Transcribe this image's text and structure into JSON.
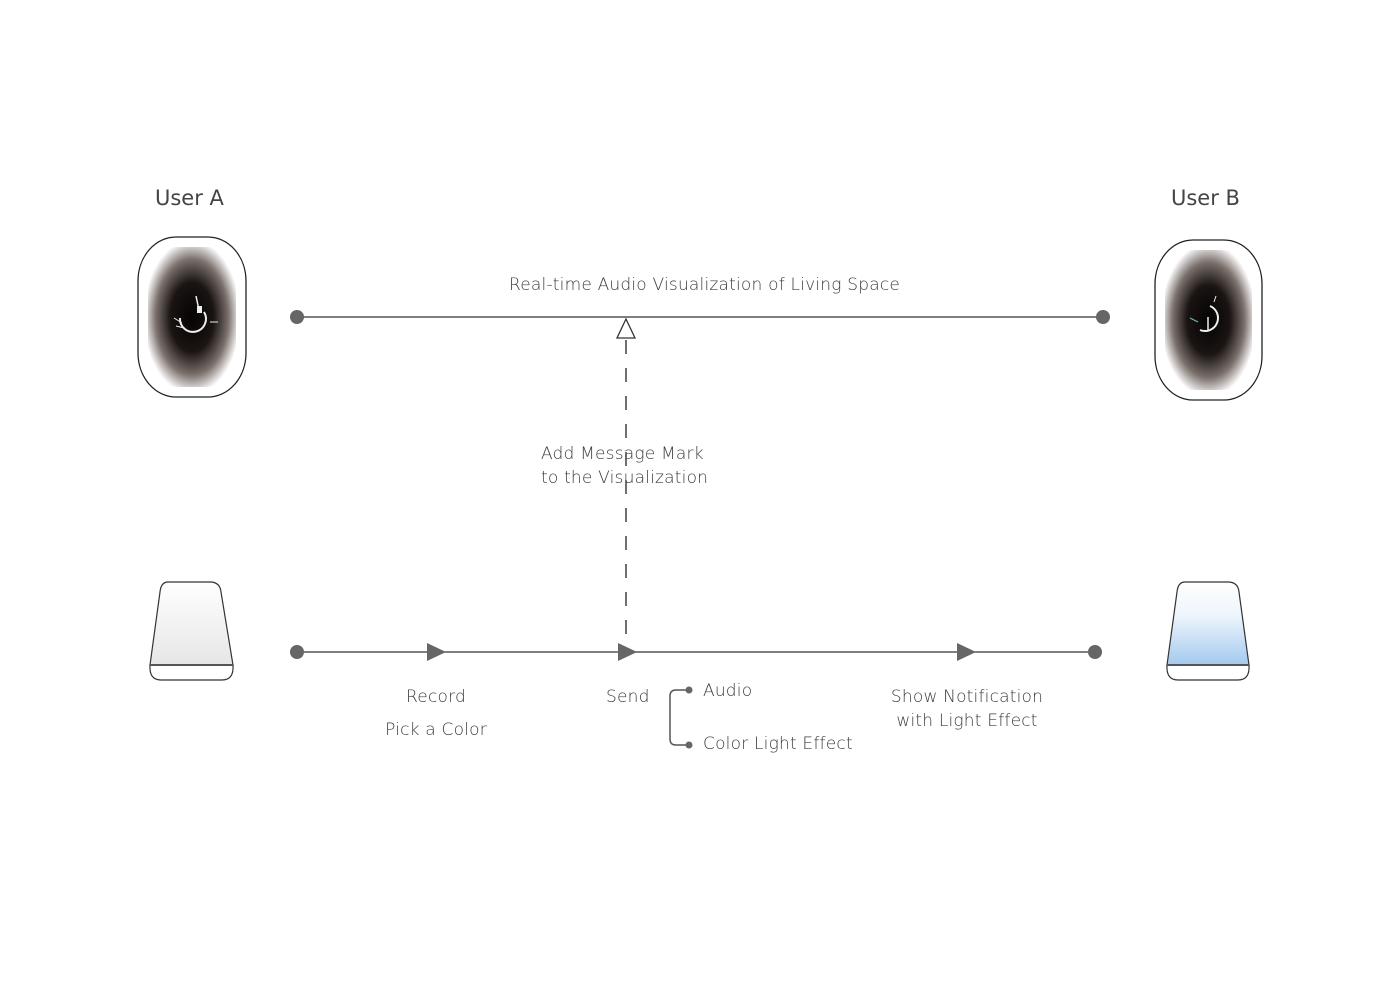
{
  "users": {
    "a": {
      "label": "User A"
    },
    "b": {
      "label": "User B"
    }
  },
  "top_flow": {
    "label": "Real-time Audio Visualization of Living Space"
  },
  "dashed_link": {
    "line1": "Add Message Mark",
    "line2": "to the Visualization"
  },
  "bottom_flow": {
    "step1": {
      "line1": "Record",
      "line2": "Pick a Color"
    },
    "step2": {
      "label": "Send"
    },
    "send_contents": [
      "Audio",
      "Color Light Effect"
    ],
    "step3": {
      "line1": "Show Notification",
      "line2": "with Light Effect"
    }
  },
  "devices": {
    "display_a": "dark-oval-display-with-audio-ring",
    "display_b": "dark-oval-display-with-audio-ring",
    "lamp_a": {
      "glow_color": "#f0f0f0"
    },
    "lamp_b": {
      "glow_color": "#a9cdee"
    }
  },
  "colors": {
    "line": "#555555",
    "node": "#666666",
    "text": "#3c3c3c"
  }
}
